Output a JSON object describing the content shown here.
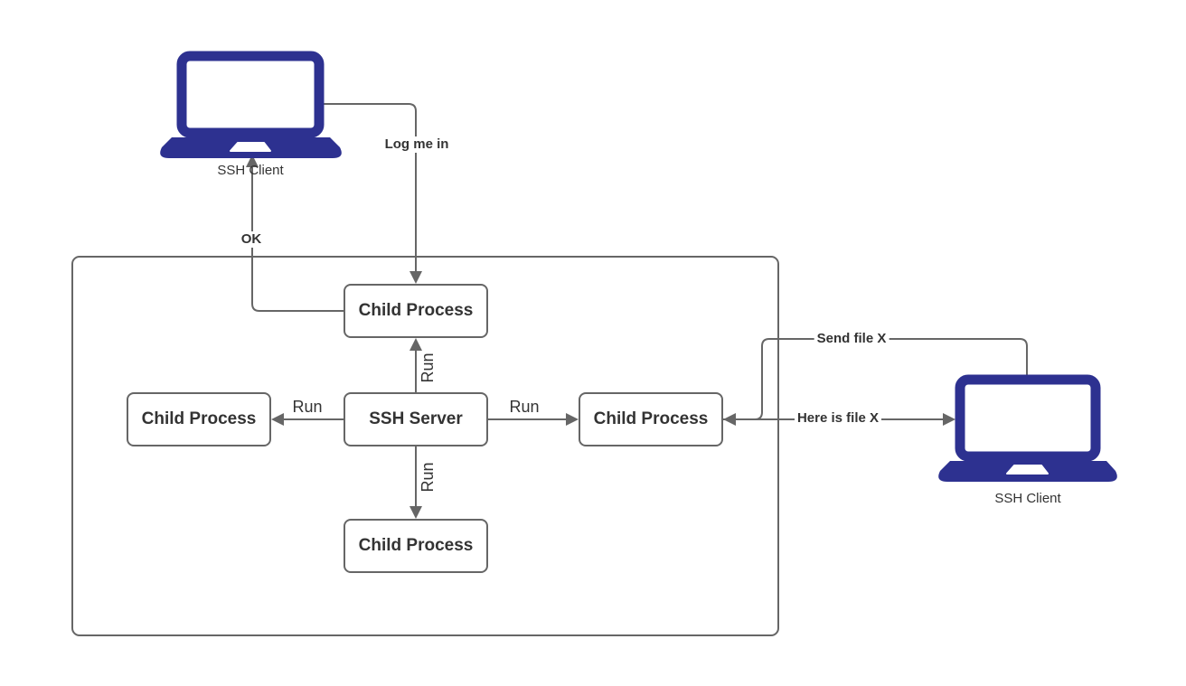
{
  "diagram": {
    "colors": {
      "bg-color": "#ffffff",
      "laptop-color": "#2d3190",
      "line-color": "#666666",
      "text-color": "#333333"
    },
    "nodes": {
      "client_left": {
        "label": "SSH Client"
      },
      "client_right": {
        "label": "SSH Client"
      },
      "server": {
        "label": "SSH Server"
      },
      "child_top": {
        "label": "Child Process"
      },
      "child_left": {
        "label": "Child Process"
      },
      "child_right": {
        "label": "Child Process"
      },
      "child_bottom": {
        "label": "Child Process"
      }
    },
    "edges": {
      "log_me_in": {
        "label": "Log me in"
      },
      "ok": {
        "label": "OK"
      },
      "run_up": {
        "label": "Run"
      },
      "run_left": {
        "label": "Run"
      },
      "run_right": {
        "label": "Run"
      },
      "run_down": {
        "label": "Run"
      },
      "send_file": {
        "label": "Send file X"
      },
      "here_is_file": {
        "label": "Here is file X"
      }
    }
  }
}
